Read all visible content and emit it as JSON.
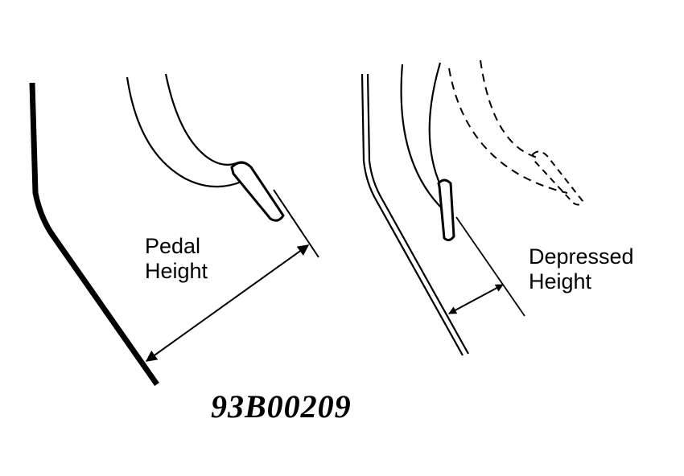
{
  "labels": {
    "pedal_height_line1": "Pedal",
    "pedal_height_line2": "Height",
    "depressed_height_line1": "Depressed",
    "depressed_height_line2": "Height"
  },
  "figure_code": "93B00209",
  "colors": {
    "ink": "#000000",
    "background": "#ffffff"
  }
}
